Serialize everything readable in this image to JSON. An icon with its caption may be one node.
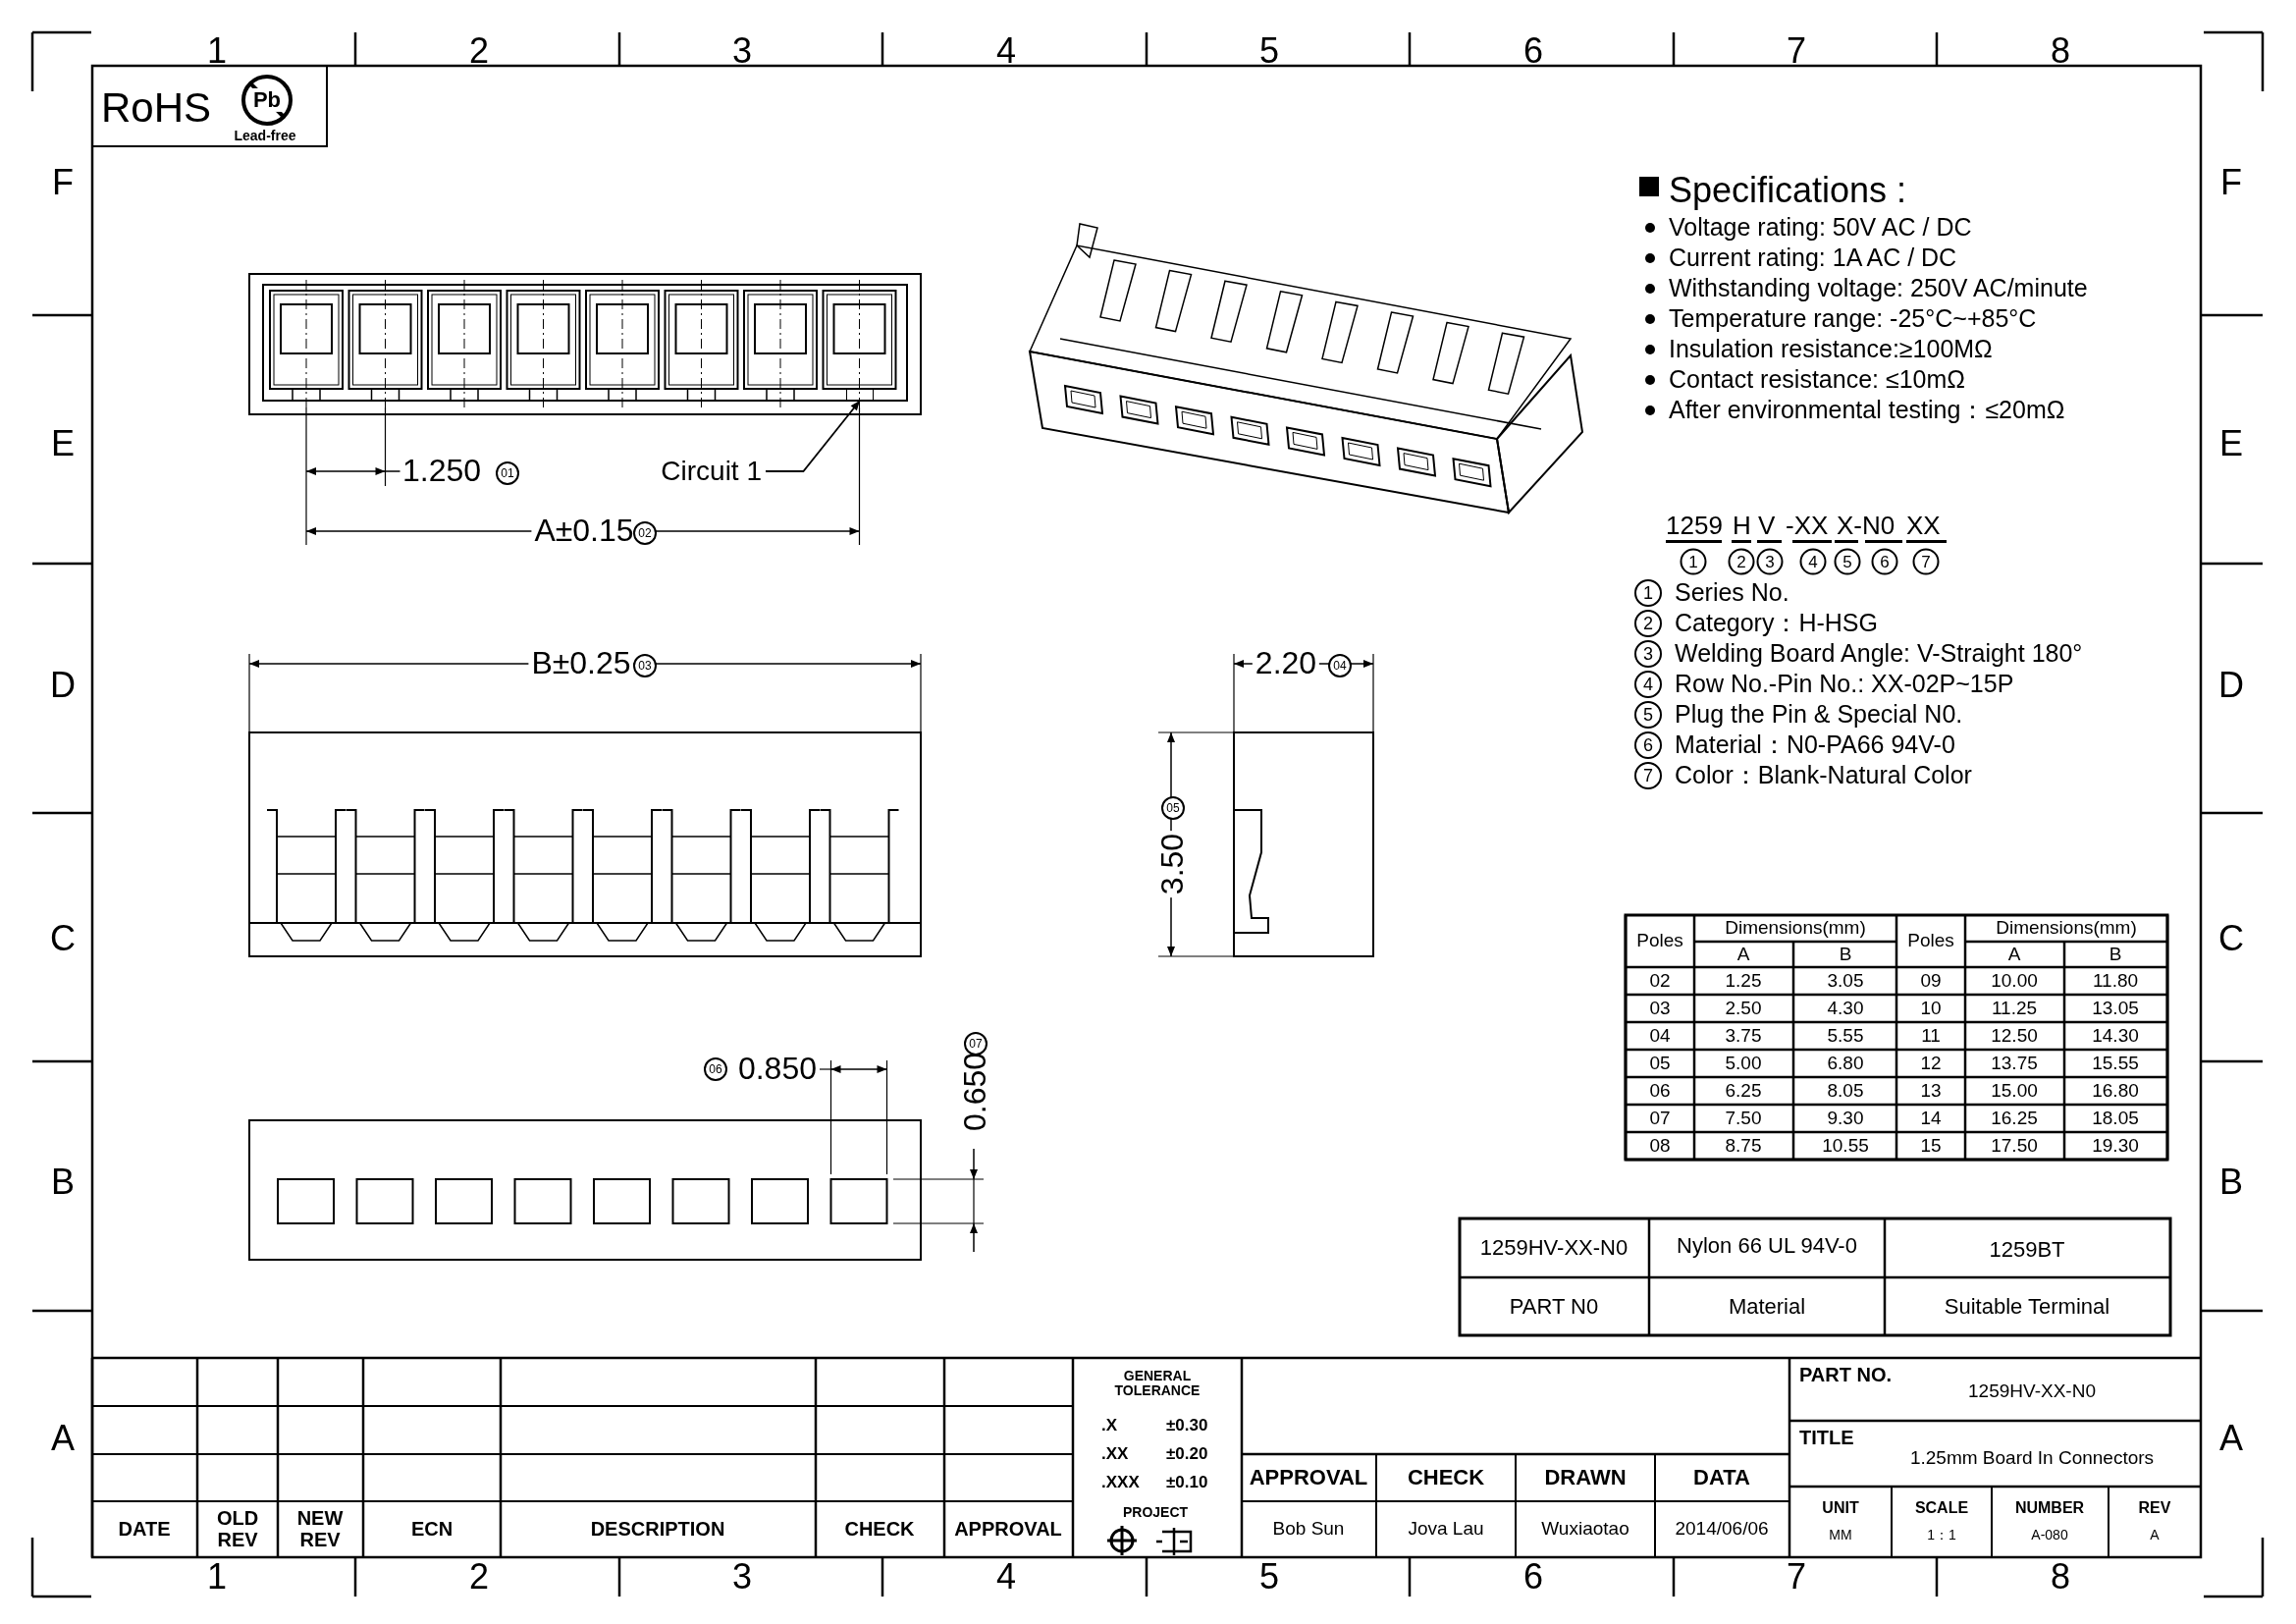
{
  "diagram": {
    "nodes": [
      {
        "text": [
          "Circuit 1"
        ]
      },
      {
        "text": [],
        "shape": "box"
      }
    ],
    "edges": [
      {
        "from": 0,
        "to": 1,
        "arrow": "to"
      }
    ],
    "labels": [
      "1",
      "2",
      "3",
      "4",
      "5",
      "6",
      "7",
      "8",
      "F",
      "E",
      "D",
      "C",
      "B",
      "A",
      "F",
      "E",
      "D",
      "C",
      "B",
      "A",
      "1",
      "2",
      "3",
      "4",
      "5",
      "6",
      "7",
      "8",
      "RoHS",
      "Pb",
      "Lead-free",
      "Specifications :",
      "Voltage rating: 50V AC / DC",
      "Current rating: 1A  AC / DC",
      "Withstanding voltage: 250V AC/minute",
      "Temperature range: -25°C~+85°C",
      "Insulation resistance:≥100MΩ",
      "Contact resistance: ≤10mΩ",
      "After environmental testing：≤20mΩ",
      "1.250",
      "01",
      "A±0.15",
      "02",
      "B±0.25",
      "03",
      "2.20",
      "04",
      "3.50",
      "05",
      "06",
      "0.850",
      "0.650",
      "07",
      "1259",
      "H",
      "V",
      "-XX",
      "X-N0",
      "XX",
      "1",
      "2",
      "3",
      "4",
      "5",
      "6",
      "7",
      "1",
      "Series No.",
      "2",
      "Category：H-HSG",
      "3",
      "Welding Board Angle: V-Straight 180°",
      "4",
      "Row No.-Pin No.: XX-02P~15P",
      "5",
      "Plug the Pin & Special N0.",
      "6",
      "Material：N0-PA66 94V-0",
      "7",
      "Color：Blank-Natural Color",
      "Poles",
      "Dimensions(mm)",
      "Poles",
      "Dimensions(mm)",
      "A",
      "B",
      "A",
      "B",
      "02",
      "1.25",
      "3.05",
      "09",
      "10.00",
      "11.80",
      "03",
      "2.50",
      "4.30",
      "10",
      "11.25",
      "13.05",
      "04",
      "3.75",
      "5.55",
      "11",
      "12.50",
      "14.30",
      "05",
      "5.00",
      "6.80",
      "12",
      "13.75",
      "15.55",
      "06",
      "6.25",
      "8.05",
      "13",
      "15.00",
      "16.80",
      "07",
      "7.50",
      "9.30",
      "14",
      "16.25",
      "18.05",
      "08",
      "8.75",
      "10.55",
      "15",
      "17.50",
      "19.30",
      "1259HV-XX-N0",
      "Nylon 66  UL 94V-0",
      "1259BT",
      "PART N0",
      "Material",
      "Suitable Terminal",
      "DATE",
      "OLD REV",
      "NEW REV",
      "ECN",
      "DESCRIPTION",
      "CHECK",
      "APPROVAL",
      "GENERAL TOLERANCE",
      ".X",
      "±0.30",
      ".XX",
      "±0.20",
      ".XXX",
      "±0.10",
      "PROJECT",
      "APPROVAL",
      "CHECK",
      "DRAWN",
      "DATA",
      "Bob Sun",
      "Jova Lau",
      "Wuxiaotao",
      "2014/06/06",
      "PART NO.",
      "1259HV-XX-N0",
      "TITLE",
      "1.25mm Board In Connectors",
      "UNIT",
      "SCALE",
      "NUMBER",
      "REV",
      "MM",
      "1：1",
      "A-080",
      "A"
    ]
  }
}
